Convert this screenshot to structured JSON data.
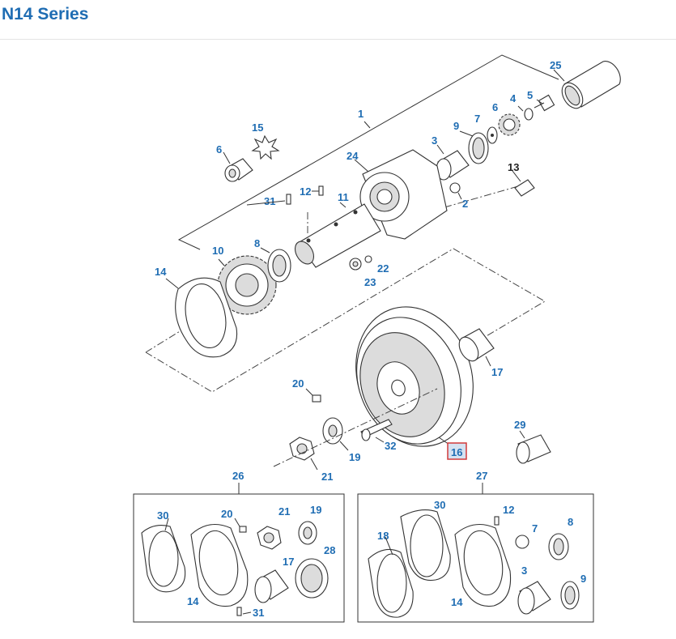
{
  "page": {
    "title": "N14 Series"
  },
  "diagram": {
    "callouts": [
      {
        "id": "c1",
        "label": "1"
      },
      {
        "id": "c25",
        "label": "25"
      },
      {
        "id": "c5",
        "label": "5"
      },
      {
        "id": "c4",
        "label": "4"
      },
      {
        "id": "c6a",
        "label": "6"
      },
      {
        "id": "c7a",
        "label": "7"
      },
      {
        "id": "c9a",
        "label": "9"
      },
      {
        "id": "c3a",
        "label": "3"
      },
      {
        "id": "c15",
        "label": "15"
      },
      {
        "id": "c6b",
        "label": "6"
      },
      {
        "id": "c24",
        "label": "24"
      },
      {
        "id": "c13",
        "label": "13"
      },
      {
        "id": "c2",
        "label": "2"
      },
      {
        "id": "c31a",
        "label": "31"
      },
      {
        "id": "c12a",
        "label": "12"
      },
      {
        "id": "c11",
        "label": "11"
      },
      {
        "id": "c10",
        "label": "10"
      },
      {
        "id": "c8a",
        "label": "8"
      },
      {
        "id": "c22",
        "label": "22"
      },
      {
        "id": "c23",
        "label": "23"
      },
      {
        "id": "c14a",
        "label": "14"
      },
      {
        "id": "c17a",
        "label": "17"
      },
      {
        "id": "c20a",
        "label": "20"
      },
      {
        "id": "c29",
        "label": "29"
      },
      {
        "id": "c16",
        "label": "16",
        "highlighted": true
      },
      {
        "id": "c32",
        "label": "32"
      },
      {
        "id": "c19a",
        "label": "19"
      },
      {
        "id": "c21a",
        "label": "21"
      },
      {
        "id": "c26",
        "label": "26"
      },
      {
        "id": "c27",
        "label": "27"
      },
      {
        "id": "c30a",
        "label": "30"
      },
      {
        "id": "c20b",
        "label": "20"
      },
      {
        "id": "c21b",
        "label": "21"
      },
      {
        "id": "c19b",
        "label": "19"
      },
      {
        "id": "c17b",
        "label": "17"
      },
      {
        "id": "c28",
        "label": "28"
      },
      {
        "id": "c14b",
        "label": "14"
      },
      {
        "id": "c31b",
        "label": "31"
      },
      {
        "id": "c30b",
        "label": "30"
      },
      {
        "id": "c12b",
        "label": "12"
      },
      {
        "id": "c8b",
        "label": "8"
      },
      {
        "id": "c18",
        "label": "18"
      },
      {
        "id": "c7b",
        "label": "7"
      },
      {
        "id": "c3b",
        "label": "3"
      },
      {
        "id": "c9b",
        "label": "9"
      },
      {
        "id": "c14c",
        "label": "14"
      }
    ],
    "highlight_color": "#d23b3b",
    "callout_color": "#1f6db3"
  }
}
